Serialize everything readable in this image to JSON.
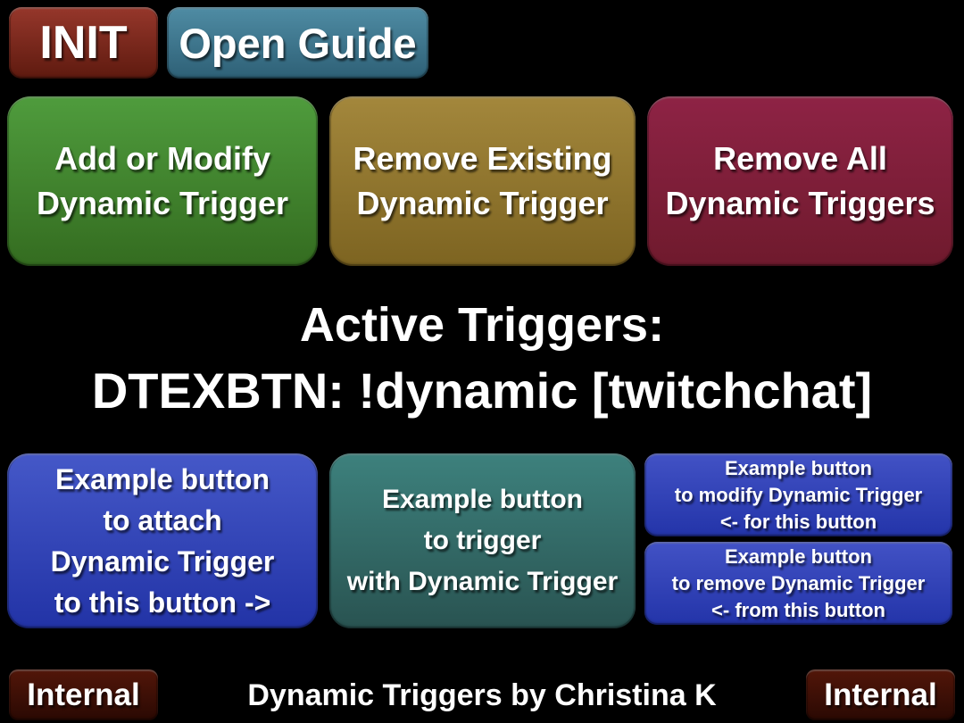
{
  "topbar": {
    "init_label": "INIT",
    "open_guide_label": "Open Guide"
  },
  "trigger_management": {
    "add_modify_label": "Add or Modify\nDynamic Trigger",
    "remove_existing_label": "Remove Existing\nDynamic Trigger",
    "remove_all_label": "Remove All\nDynamic Triggers"
  },
  "status": {
    "heading": "Active Triggers:",
    "active_trigger": "DTEXBTN: !dynamic [twitchchat]"
  },
  "examples": {
    "attach_label": "Example button\nto attach\nDynamic Trigger\nto this button ->",
    "trigger_label": "Example button\nto trigger\nwith Dynamic Trigger",
    "modify_label": "Example button\nto modify Dynamic Trigger\n<- for this button",
    "remove_label": "Example button\nto remove Dynamic Trigger\n<- from this button"
  },
  "footer": {
    "internal_left_label": "Internal",
    "credit": "Dynamic Triggers by Christina K",
    "internal_right_label": "Internal"
  },
  "colors": {
    "page-bg": "#000000",
    "text": "#ffffff",
    "init-top": "#96372b",
    "init-bottom": "#5e1a0f",
    "guide-top": "#4f8ca4",
    "guide-bottom": "#2e6076",
    "green-top": "#4f9c3d",
    "green-bottom": "#346c20",
    "gold-top": "#a3873c",
    "gold-bottom": "#7d6421",
    "maroon-top": "#8e2345",
    "maroon-bottom": "#6f1a2d",
    "blue-top": "#4558c8",
    "blue-bottom": "#2233a6",
    "teal-top": "#3d817d",
    "teal-bottom": "#295351",
    "smallblue-top": "#4252c5",
    "smallblue-bottom": "#2334a9",
    "internal-top": "#521609",
    "internal-bottom": "#2a0903"
  }
}
